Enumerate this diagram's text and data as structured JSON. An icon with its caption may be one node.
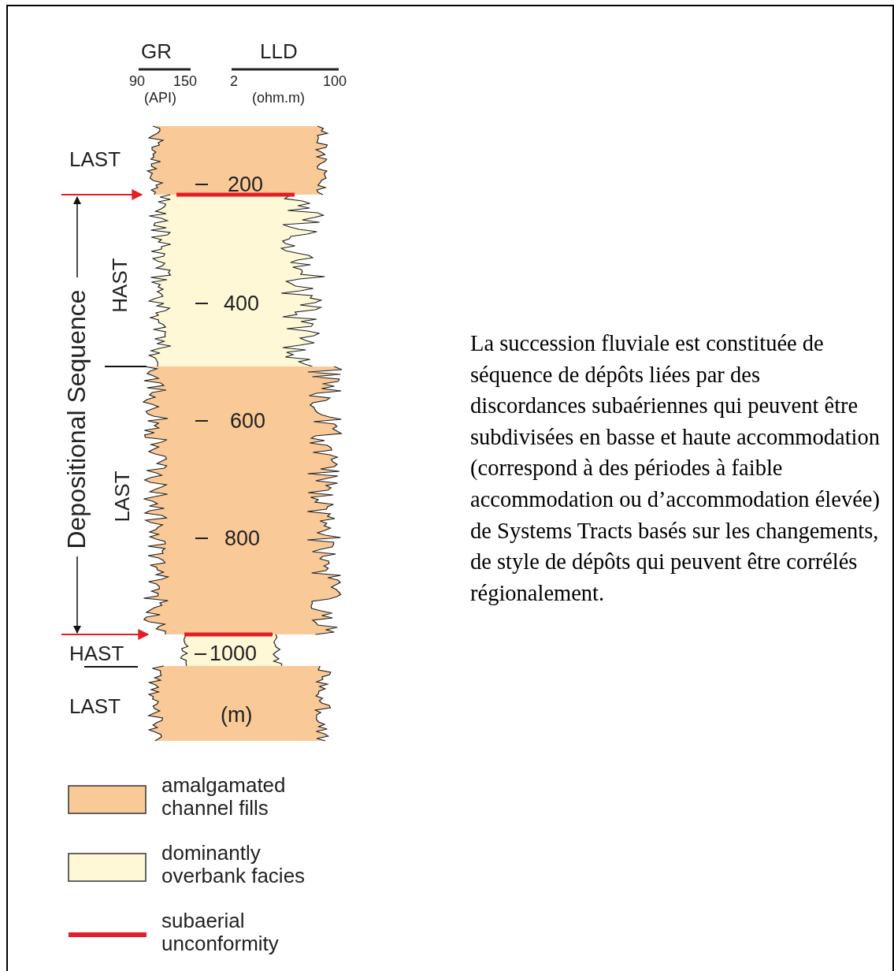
{
  "diagram": {
    "labels": [
      "GR",
      "LLD",
      "90",
      "150",
      "2",
      "100",
      "(API)",
      "(ohm.m)",
      "LAST",
      "200",
      "HAST",
      "400",
      "Depositional Sequence",
      "600",
      "LAST",
      "800",
      "HAST",
      "1000",
      "LAST",
      "(m)",
      "La succession fluviale est constituée de séquence de dépôts liées par des discordances subaériennes qui peuvent être subdivisées en basse et haute accommodation (correspond à des périodes à faible accommodation ou d’accommodation élevée) de Systems Tracts basés sur les changements, de style de dépôts qui peuvent être corrélés régionalement."
    ],
    "legend": [
      {
        "text": "amalgamated channel fills",
        "color": "#f9c998"
      },
      {
        "text": "dominantly overbank facies",
        "color": "#fef8d6"
      },
      {
        "text": "subaerial unconformity"
      }
    ]
  }
}
